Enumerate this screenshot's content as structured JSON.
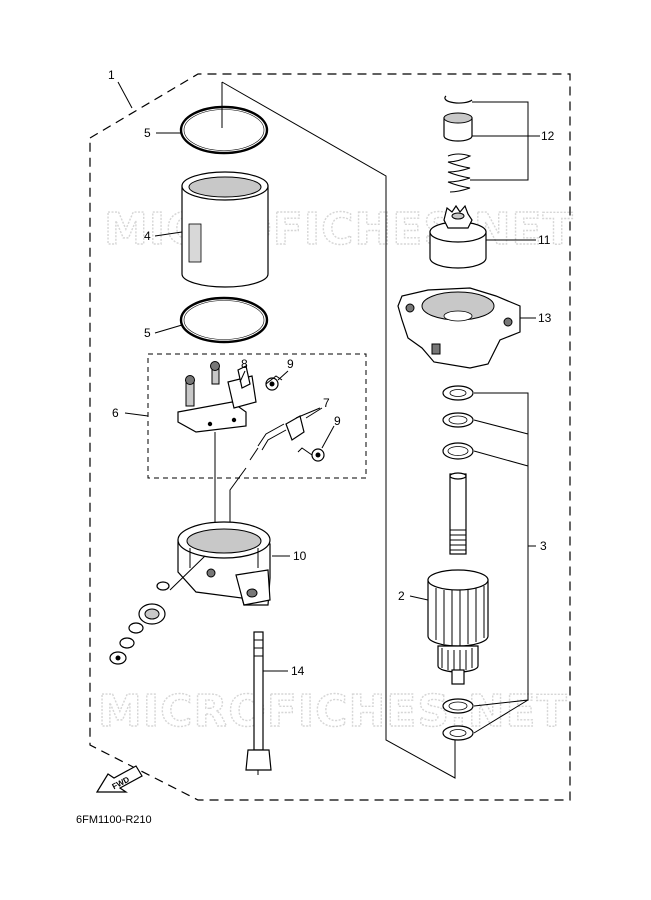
{
  "diagram": {
    "drawing_code": "6FM1100-R210",
    "fwd_label": "FWD",
    "watermark": "MICROFICHES.NET",
    "callouts": [
      {
        "id": "c1",
        "label": "1"
      },
      {
        "id": "c5a",
        "label": "5"
      },
      {
        "id": "c4",
        "label": "4"
      },
      {
        "id": "c5b",
        "label": "5"
      },
      {
        "id": "c8",
        "label": "8"
      },
      {
        "id": "c9a",
        "label": "9"
      },
      {
        "id": "c6",
        "label": "6"
      },
      {
        "id": "c7",
        "label": "7"
      },
      {
        "id": "c9b",
        "label": "9"
      },
      {
        "id": "c10",
        "label": "10"
      },
      {
        "id": "c14",
        "label": "14"
      },
      {
        "id": "c12",
        "label": "12"
      },
      {
        "id": "c11",
        "label": "11"
      },
      {
        "id": "c13",
        "label": "13"
      },
      {
        "id": "c3",
        "label": "3"
      },
      {
        "id": "c2",
        "label": "2"
      }
    ]
  }
}
